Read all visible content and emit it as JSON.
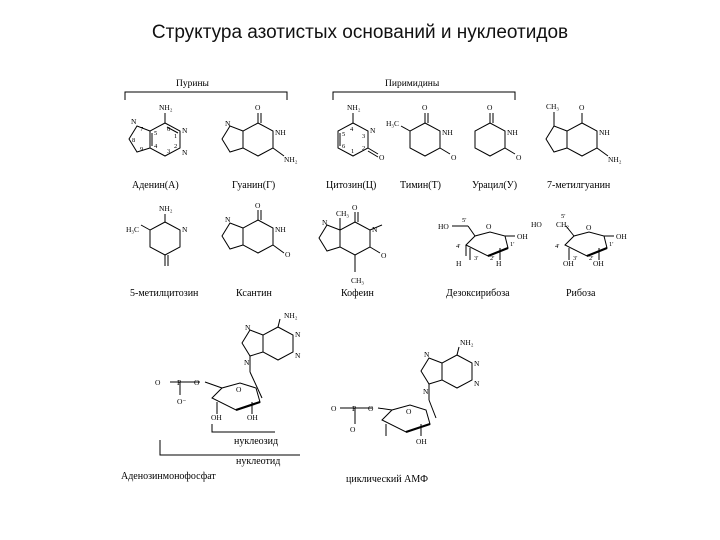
{
  "slide": {
    "title": "Структура азотистых оснований и нуклеотидов"
  },
  "groups": {
    "purines": "Пурины",
    "pyrimidines": "Пиримидины"
  },
  "molecules": {
    "adenine": "Аденин(А)",
    "guanine": "Гуанин(Г)",
    "cytosine": "Цитозин(Ц)",
    "thymine": "Тимин(Т)",
    "uracil": "Урацил(У)",
    "methylguanine": "7-метилгуанин",
    "methylcytosine": "5-метилцитозин",
    "xanthine": "Ксантин",
    "caffeine": "Кофеин",
    "deoxyribose": "Дезоксирибоза",
    "ribose": "Рибоза",
    "nucleoside": "нуклеозид",
    "nucleotide": "нуклеотид",
    "amp": "Аденозинмонофосфат",
    "camp": "циклический АМФ"
  },
  "atoms": {
    "nh2": "NH₂",
    "nh": "NH",
    "n": "N",
    "o": "O",
    "h3c": "H₃C",
    "ch3": "CH₃",
    "ch2": "CH₂",
    "oh": "OH",
    "ho": "HO",
    "h": "H",
    "p": "P",
    "o_minus": "O⁻"
  },
  "ring_numbers": {
    "n1": "1",
    "n2": "2",
    "n3": "3",
    "n4": "4",
    "n5": "5",
    "n6": "6",
    "n7": "7",
    "n8": "8",
    "n9": "9",
    "c1p": "1'",
    "c2p": "2'",
    "c3p": "3'",
    "c4p": "4'",
    "c5p": "5'"
  },
  "colors": {
    "ink": "#000000",
    "title": "#111111",
    "background": "#ffffff"
  }
}
